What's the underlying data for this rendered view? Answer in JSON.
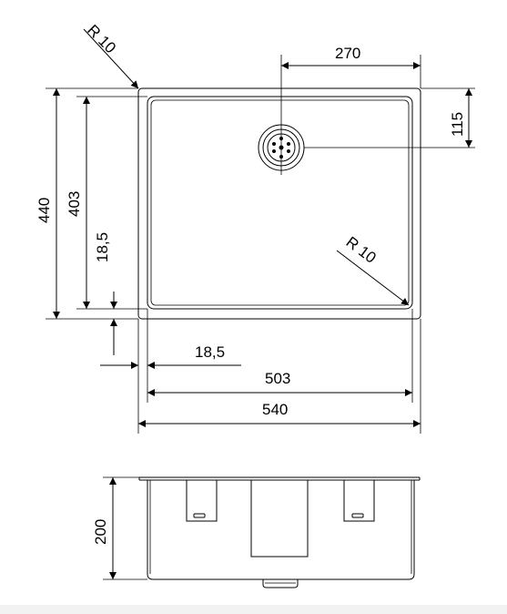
{
  "top_view": {
    "dims": {
      "radius_outer": "R 10",
      "drain_offset": "270",
      "drain_from_top": "115",
      "outer_depth": "440",
      "inner_depth": "403",
      "side_gap_vertical": "18,5",
      "radius_inner": "R 10",
      "side_gap_horizontal": "18,5",
      "inner_width": "503",
      "outer_width": "540"
    }
  },
  "side_view": {
    "dims": {
      "height": "200"
    }
  }
}
